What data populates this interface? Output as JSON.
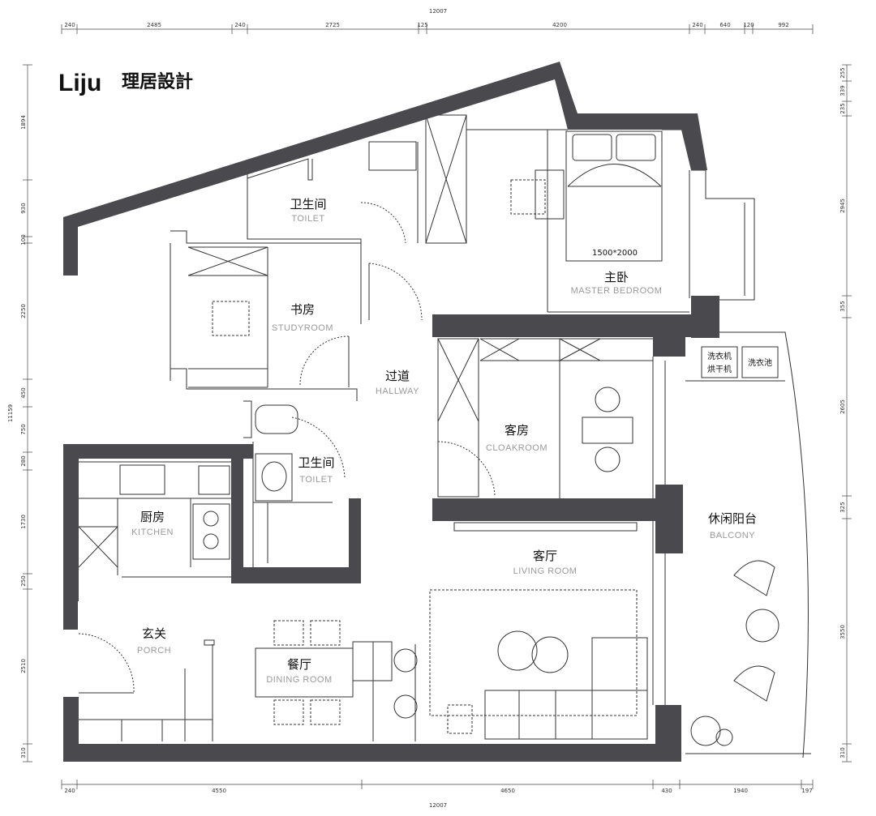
{
  "brand": {
    "name_en": "Liju",
    "name_cn": "理居設計"
  },
  "rooms": {
    "toilet_top": {
      "cn": "卫生间",
      "en": "TOILET"
    },
    "study": {
      "cn": "书房",
      "en": "STUDYROOM"
    },
    "master": {
      "cn": "主卧",
      "en": "MASTER BEDROOM"
    },
    "hallway": {
      "cn": "过道",
      "en": "HALLWAY"
    },
    "cloak": {
      "cn": "客房",
      "en": "CLOAKROOM"
    },
    "toilet_mid": {
      "cn": "卫生间",
      "en": "TOILET"
    },
    "kitchen": {
      "cn": "厨房",
      "en": "KITCHEN"
    },
    "living": {
      "cn": "客厅",
      "en": "LIVING ROOM"
    },
    "balcony": {
      "cn": "休闲阳台",
      "en": "BALCONY"
    },
    "porch": {
      "cn": "玄关",
      "en": "PORCH"
    },
    "dining": {
      "cn": "餐厅",
      "en": "DINING ROOM"
    }
  },
  "labels": {
    "bed_size": "1500*2000",
    "washer_line1": "洗衣机",
    "washer_line2": "烘干机",
    "laundry_sink": "洗衣池"
  },
  "dimensions": {
    "top_total": "12007",
    "top": [
      "240",
      "2485",
      "240",
      "2725",
      "125",
      "4200",
      "240",
      "640",
      "120",
      "992"
    ],
    "bottom_total": "12007",
    "bottom": [
      "240",
      "4550",
      "4650",
      "430",
      "1940",
      "197"
    ],
    "left_total": "11159",
    "left": [
      "1894",
      "930",
      "100",
      "2250",
      "450",
      "750",
      "280",
      "1730",
      "250",
      "2510",
      "310"
    ],
    "right": [
      "255",
      "339",
      "235",
      "2945",
      "355",
      "2605",
      "325",
      "3550",
      "310"
    ]
  }
}
